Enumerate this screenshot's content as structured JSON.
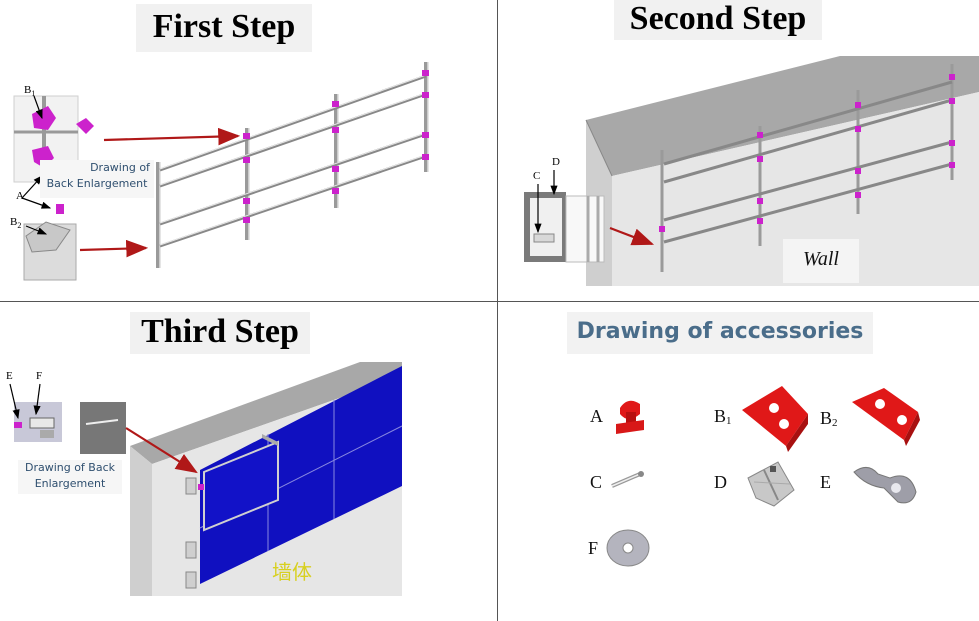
{
  "steps": {
    "first": "First Step",
    "second": "Second Step",
    "third": "Third Step"
  },
  "captions": {
    "first_line1": "Drawing of",
    "first_line2": "Back Enlargement",
    "third_line1": "Drawing of Back",
    "third_line2": "Enlargement"
  },
  "part_labels": {
    "b1_letter": "B",
    "b1_sub": "1",
    "a": "A",
    "b2_letter": "B",
    "b2_sub": "2",
    "c": "C",
    "d": "D",
    "e": "E",
    "f": "F"
  },
  "wall_label": "Wall",
  "wall_label_cn": "墙体",
  "accessories": {
    "title": "Drawing of accessories",
    "a": "A",
    "b1_letter": "B",
    "b1_sub": "1",
    "b2_letter": "B",
    "b2_sub": "2",
    "c": "C",
    "d": "D",
    "e": "E",
    "f": "F"
  },
  "colors": {
    "arrow": "#b01818",
    "bracket": "#cc22cc",
    "panel": "#1010c0",
    "accessory_red": "#e01818",
    "wall": "#e6e6e6"
  }
}
